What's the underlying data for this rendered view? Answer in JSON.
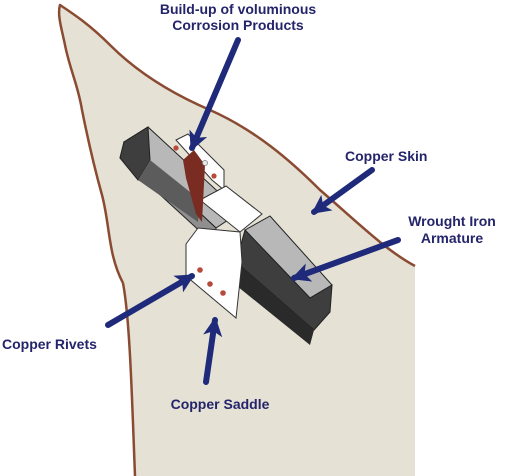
{
  "colors": {
    "skin_fill": "#e5e1d4",
    "skin_outline": "#8a4b32",
    "arrow": "#1f2a7a",
    "label_text": "#24246b",
    "iron_light": "#b8b8b8",
    "iron_mid": "#8f8f8f",
    "iron_dark": "#3e3e3e",
    "saddle": "#ffffff",
    "rivet": "#b64a3c",
    "corrosion": "#7a2b22"
  },
  "labels": {
    "corrosion_line1": "Build-up of voluminous",
    "corrosion_line2": "Corrosion Products",
    "skin": "Copper Skin",
    "armature_line1": "Wrought Iron",
    "armature_line2": "Armature",
    "rivets": "Copper Rivets",
    "saddle": "Copper Saddle"
  }
}
